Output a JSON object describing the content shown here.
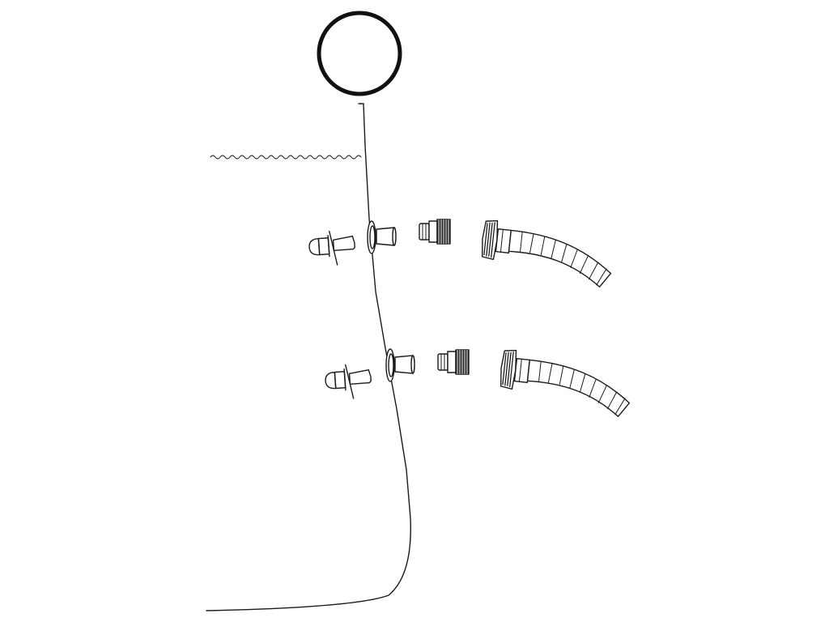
{
  "diagram": {
    "type": "pool-wall-fitting-assembly",
    "colors": {
      "stroke": "#1a1a1a",
      "background": "#ffffff"
    },
    "parts": [
      "pool-frame-top-rail",
      "pool-liner-wall",
      "water-level",
      "strainer-grid",
      "wall-flange-fitting",
      "threaded-adapter",
      "coupling-nut",
      "hose-with-nut"
    ],
    "assemblies": [
      "upper-outlet",
      "lower-inlet"
    ]
  }
}
